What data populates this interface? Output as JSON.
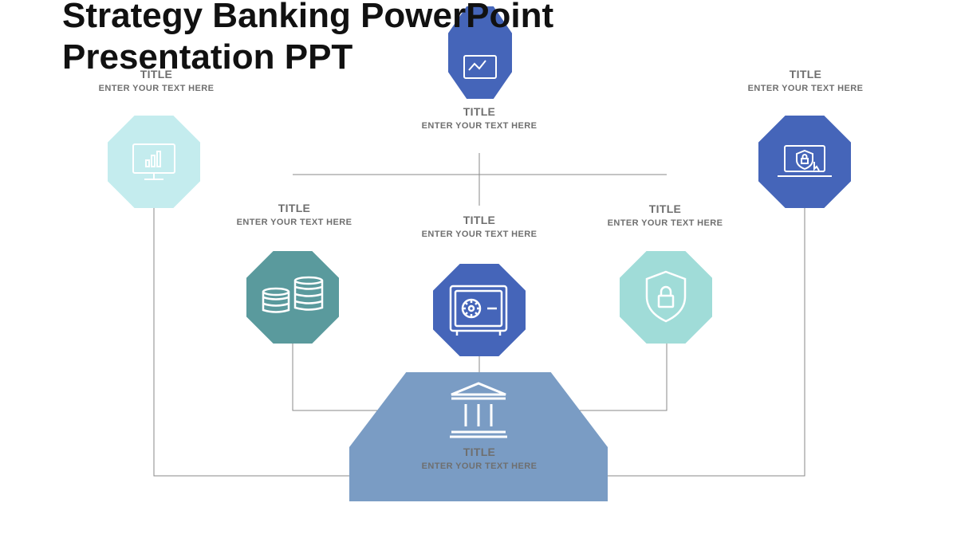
{
  "slide_title": "Strategy Banking PowerPoint Presentation PPT",
  "colors": {
    "light_cyan": "#c4ecee",
    "teal": "#5a9a9d",
    "royal_blue": "#4565b9",
    "mint": "#a0dcd8",
    "steel_blue": "#7a9cc4",
    "connector": "#8a8a8a",
    "label_text": "#6f6f6f"
  },
  "nodes": [
    {
      "id": "top-left",
      "icon": "monitor-chart-icon",
      "title": "TITLE",
      "subtitle": "ENTER YOUR TEXT HERE"
    },
    {
      "id": "top-center",
      "icon": "monitor-icon",
      "title": "TITLE",
      "subtitle": "ENTER YOUR TEXT HERE"
    },
    {
      "id": "top-right",
      "icon": "laptop-shield-icon",
      "title": "TITLE",
      "subtitle": "ENTER YOUR TEXT HERE"
    },
    {
      "id": "mid-left",
      "icon": "coins-stack-icon",
      "title": "TITLE",
      "subtitle": "ENTER YOUR TEXT HERE"
    },
    {
      "id": "mid-center",
      "icon": "safe-icon",
      "title": "TITLE",
      "subtitle": "ENTER YOUR TEXT HERE"
    },
    {
      "id": "mid-right",
      "icon": "shield-lock-icon",
      "title": "TITLE",
      "subtitle": "ENTER YOUR TEXT HERE"
    },
    {
      "id": "bottom-center",
      "icon": "bank-building-icon",
      "title": "TITLE",
      "subtitle": "ENTER YOUR TEXT HERE"
    }
  ]
}
